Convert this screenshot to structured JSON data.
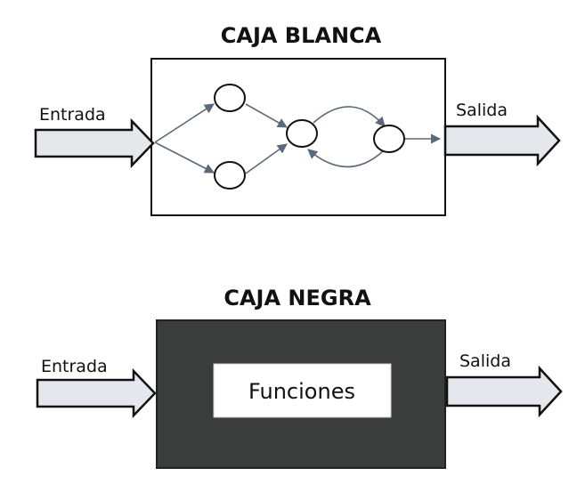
{
  "white_box": {
    "title": "CAJA BLANCA",
    "input_label": "Entrada",
    "output_label": "Salida"
  },
  "black_box": {
    "title": "CAJA NEGRA",
    "input_label": "Entrada",
    "output_label": "Salida",
    "inner_label": "Funciones"
  },
  "colors": {
    "black_box_fill": "#3b3d3c",
    "arrow_fill": "#e5e7ec",
    "line": "#111111",
    "arrow_edge": "#5a6a7a"
  }
}
